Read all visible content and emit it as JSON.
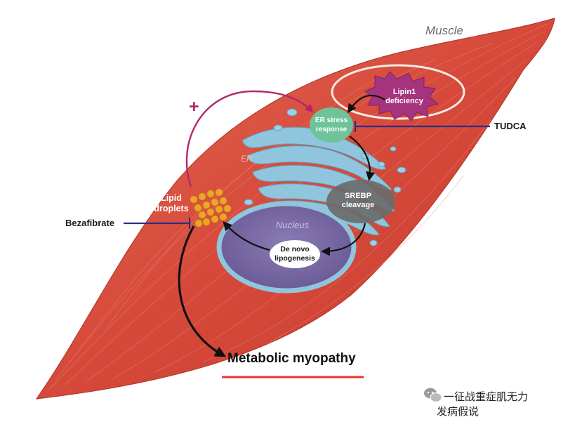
{
  "diagram": {
    "muscle_label": "Muscle",
    "er_label": "ER",
    "nucleus_label": "Nucleus",
    "lipin1": {
      "line1": "Lipin1",
      "line2": "deficiency"
    },
    "er_stress": {
      "line1": "ER stress",
      "line2": "response"
    },
    "srebp": {
      "line1": "SREBP",
      "line2": "cleavage"
    },
    "de_novo": {
      "line1": "De novo",
      "line2": "lipogenesis"
    },
    "lipid_droplets": {
      "line1": "Lipid",
      "line2": "droplets"
    },
    "plus_sign": "+",
    "tudca": "TUDCA",
    "bezafibrate": "Bezafibrate",
    "outcome": "Metabolic myopathy"
  },
  "watermark": {
    "account": "一征战重症肌无力",
    "caption": "发病假说"
  },
  "colors": {
    "muscle": "#d9503f",
    "er": "#8fc6dd",
    "nucleus": "#7a6aa6",
    "er_stress_node": "#6fc39b",
    "srebp_node": "#6b6b6b",
    "lipin1_burst": "#a6337e",
    "highlight_ellipse": "#f3ece4",
    "underline": "#e8322c",
    "inhibitor_line": "#2b2e86",
    "positive_loop": "#b0286a",
    "lipid_droplet": "#e8a825"
  }
}
